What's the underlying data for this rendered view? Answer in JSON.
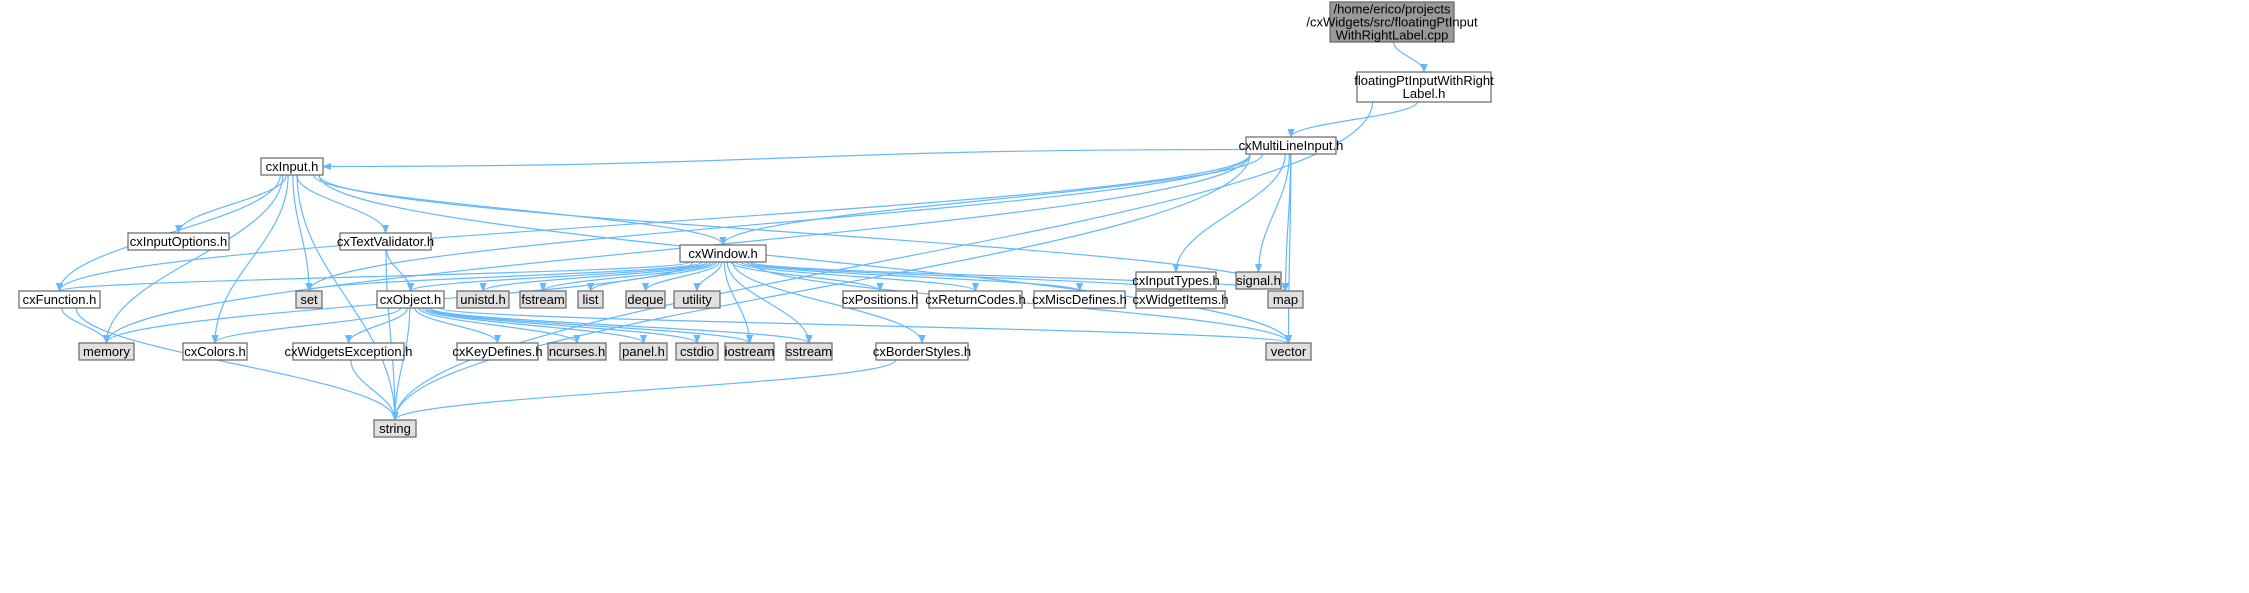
{
  "colors": {
    "edge": "#63b8ff",
    "root_fill": "#999999",
    "external_fill": "#e0e0e0",
    "internal_fill": "#ffffff"
  },
  "nodes": [
    {
      "id": "root",
      "label": "/home/erico/projects\n/cxWidgets/src/floatingPtInput\nWithRightLabel.cpp",
      "kind": "root"
    },
    {
      "id": "fp",
      "label": "floatingPtInputWithRight\nLabel.h",
      "kind": "internal"
    },
    {
      "id": "mli",
      "label": "cxMultiLineInput.h",
      "kind": "internal"
    },
    {
      "id": "input",
      "label": "cxInput.h",
      "kind": "internal"
    },
    {
      "id": "inputopts",
      "label": "cxInputOptions.h",
      "kind": "internal"
    },
    {
      "id": "textval",
      "label": "cxTextValidator.h",
      "kind": "internal"
    },
    {
      "id": "window",
      "label": "cxWindow.h",
      "kind": "internal"
    },
    {
      "id": "inputtypes",
      "label": "cxInputTypes.h",
      "kind": "internal"
    },
    {
      "id": "signal",
      "label": "signal.h",
      "kind": "external"
    },
    {
      "id": "function",
      "label": "cxFunction.h",
      "kind": "internal"
    },
    {
      "id": "set",
      "label": "set",
      "kind": "external"
    },
    {
      "id": "object",
      "label": "cxObject.h",
      "kind": "internal"
    },
    {
      "id": "unistd",
      "label": "unistd.h",
      "kind": "external"
    },
    {
      "id": "fstream",
      "label": "fstream",
      "kind": "external"
    },
    {
      "id": "list",
      "label": "list",
      "kind": "external"
    },
    {
      "id": "deque",
      "label": "deque",
      "kind": "external"
    },
    {
      "id": "utility",
      "label": "utility",
      "kind": "external"
    },
    {
      "id": "positions",
      "label": "cxPositions.h",
      "kind": "internal"
    },
    {
      "id": "retcodes",
      "label": "cxReturnCodes.h",
      "kind": "internal"
    },
    {
      "id": "miscdefs",
      "label": "cxMiscDefines.h",
      "kind": "internal"
    },
    {
      "id": "widgetitems",
      "label": "cxWidgetItems.h",
      "kind": "internal"
    },
    {
      "id": "map",
      "label": "map",
      "kind": "external"
    },
    {
      "id": "memory",
      "label": "memory",
      "kind": "external"
    },
    {
      "id": "colors",
      "label": "cxColors.h",
      "kind": "internal"
    },
    {
      "id": "wexc",
      "label": "cxWidgetsException.h",
      "kind": "internal"
    },
    {
      "id": "keydefs",
      "label": "cxKeyDefines.h",
      "kind": "internal"
    },
    {
      "id": "ncurses",
      "label": "ncurses.h",
      "kind": "external"
    },
    {
      "id": "panel",
      "label": "panel.h",
      "kind": "external"
    },
    {
      "id": "cstdio",
      "label": "cstdio",
      "kind": "external"
    },
    {
      "id": "iostream",
      "label": "iostream",
      "kind": "external"
    },
    {
      "id": "sstream",
      "label": "sstream",
      "kind": "external"
    },
    {
      "id": "border",
      "label": "cxBorderStyles.h",
      "kind": "internal"
    },
    {
      "id": "vector",
      "label": "vector",
      "kind": "external"
    },
    {
      "id": "string",
      "label": "string",
      "kind": "external"
    }
  ],
  "edges": [
    [
      "root",
      "fp"
    ],
    [
      "fp",
      "mli"
    ],
    [
      "fp",
      "string"
    ],
    [
      "mli",
      "memory"
    ],
    [
      "mli",
      "function"
    ],
    [
      "mli",
      "input"
    ],
    [
      "mli",
      "set"
    ],
    [
      "mli",
      "window"
    ],
    [
      "mli",
      "map"
    ],
    [
      "mli",
      "vector"
    ],
    [
      "mli",
      "string"
    ],
    [
      "mli",
      "inputtypes"
    ],
    [
      "mli",
      "signal"
    ],
    [
      "input",
      "inputopts"
    ],
    [
      "input",
      "textval"
    ],
    [
      "input",
      "window"
    ],
    [
      "input",
      "set"
    ],
    [
      "input",
      "memory"
    ],
    [
      "input",
      "function"
    ],
    [
      "input",
      "string"
    ],
    [
      "input",
      "colors"
    ],
    [
      "input",
      "map"
    ],
    [
      "input",
      "vector"
    ],
    [
      "textval",
      "object"
    ],
    [
      "textval",
      "string"
    ],
    [
      "window",
      "function"
    ],
    [
      "window",
      "set"
    ],
    [
      "window",
      "memory"
    ],
    [
      "window",
      "object"
    ],
    [
      "window",
      "unistd"
    ],
    [
      "window",
      "fstream"
    ],
    [
      "window",
      "list"
    ],
    [
      "window",
      "deque"
    ],
    [
      "window",
      "utility"
    ],
    [
      "window",
      "iostream"
    ],
    [
      "window",
      "sstream"
    ],
    [
      "window",
      "positions"
    ],
    [
      "window",
      "retcodes"
    ],
    [
      "window",
      "miscdefs"
    ],
    [
      "window",
      "widgetitems"
    ],
    [
      "window",
      "map"
    ],
    [
      "window",
      "vector"
    ],
    [
      "window",
      "border"
    ],
    [
      "object",
      "colors"
    ],
    [
      "object",
      "wexc"
    ],
    [
      "object",
      "string"
    ],
    [
      "object",
      "keydefs"
    ],
    [
      "object",
      "ncurses"
    ],
    [
      "object",
      "panel"
    ],
    [
      "object",
      "cstdio"
    ],
    [
      "object",
      "iostream"
    ],
    [
      "object",
      "sstream"
    ],
    [
      "object",
      "vector"
    ],
    [
      "function",
      "memory"
    ],
    [
      "function",
      "string"
    ],
    [
      "wexc",
      "string"
    ],
    [
      "border",
      "string"
    ]
  ]
}
